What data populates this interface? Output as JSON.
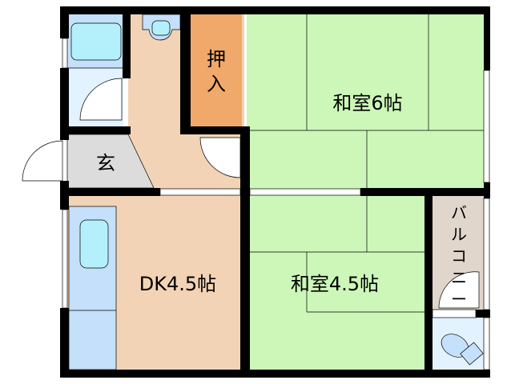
{
  "rooms": {
    "oshiire": "押入",
    "genkan": "玄",
    "washitsu6": "和室6帖",
    "dk": "DK4.5帖",
    "washitsu45": "和室4.5帖",
    "balcony": [
      "バ",
      "ル",
      "コ",
      "ニ",
      "ー"
    ]
  },
  "colors": {
    "wall": "#000000",
    "tatami": "#ccf7b8",
    "floor": "#f2d3b5",
    "oshiire": "#f0a96a",
    "genkan": "#dcdcdc",
    "bath": "#c4e0fb",
    "tub": "#b3f0fb",
    "wash": "#e2f2fe",
    "balcony": "#e1d6cc"
  }
}
